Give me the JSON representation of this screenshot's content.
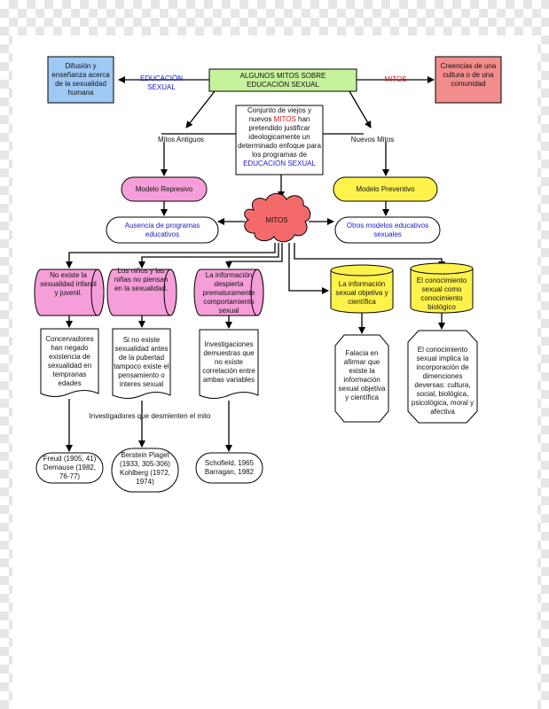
{
  "nodes": {
    "title": "ALGUNOS MITOS SOBRE EDUCACIÓN SEXUAL",
    "difusion": "Difusión y enseñanza acerca de la sexualidad humana",
    "creencias": "Creencias de una cultura o de una comunidad",
    "conjunto_pre": "Conjunto de viejos y nuevos ",
    "conjunto_mitos": "MITOS",
    "conjunto_mid": " han pretendido justificar ideologicamente un determinado enfoque para los programas de ",
    "conjunto_edu": "EDUCACIÓN SEXUAL",
    "mitos_cloud": "MITOS",
    "modelo_represivo": "Modelo Represivo",
    "modelo_preventivo": "Modelo Preventivo",
    "ausencia": "Ausencia de programas educativos",
    "otros": "Otros modelos educativos sexuales",
    "no_existe": "No existe la sexualidad infantil y juvenil.",
    "ninos": "Los niños y las niñas no piensan en la sexualidad.",
    "informacion_despierta": "La información despierta prematuramente comportamiento sexual",
    "informacion_objetiva": "La información sexual objetiva y científica",
    "conocimiento_biologico": "El conocimiento sexual como conocimiento biológico",
    "concervadores": "Concervadores han negado existencia de sexualidad en tempranas edades",
    "si_no_existe": "Si no existe sexualidad antes de la pubertad tampoco existe el pensamiento o interes sexual",
    "investigaciones": "Investigaciones demuestras que no existe correlación entre ambas variables",
    "falacia": "Falacia en afirmar que existe la información sexual objetiva y científica",
    "conocimiento_implica": "El conocimiento sexual implica la incorporación de dimenciones deversas: cultura, social, biológica, psicológica, moral y afectiva",
    "freud": "Freud (1905, 41) Demause (1982, 76-77)",
    "berstein": "Berstein Piaget (1933, 305-306) Kohlberg (1972, 1974)",
    "schofield": "Schofield, 1965 Barragan, 1982"
  },
  "labels": {
    "educacion_sexual": "EDUCACIÓN SEXUAL",
    "mitos": "MITOS",
    "mitos_antiguos": "Mitos Antiguos",
    "nuevos_mitos": "Nuevos Mitos",
    "investigadores": "Investigadores que desmienten el mito"
  },
  "colors": {
    "green": "#c6f29b",
    "blue_box": "#9ec9f5",
    "red_box": "#f38c8c",
    "pink": "#f59ed9",
    "yellow": "#fff24a",
    "cloud": "#f46a6a",
    "blue_text": "#1a1ac8",
    "red_text": "#e0141e"
  }
}
